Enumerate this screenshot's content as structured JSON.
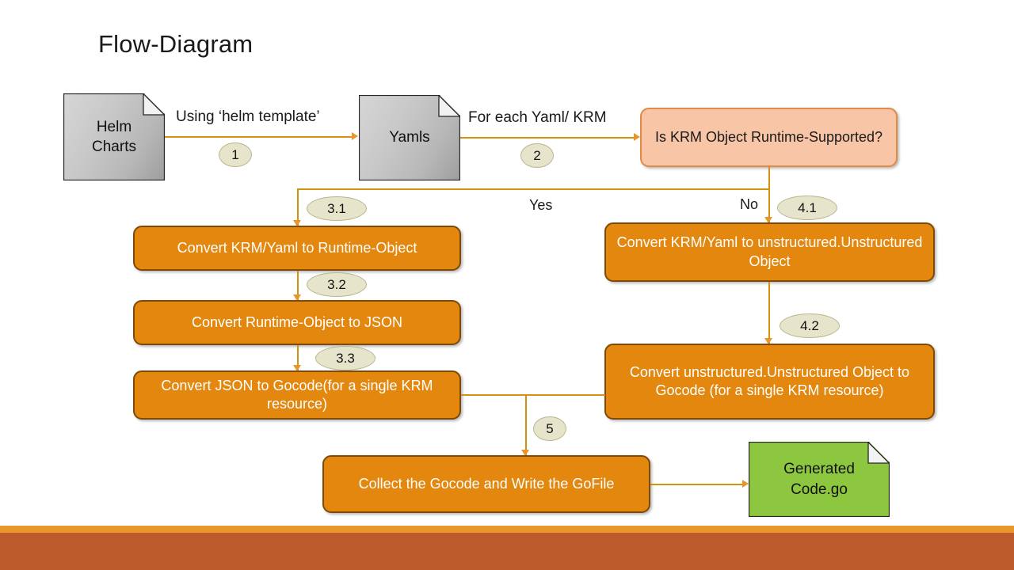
{
  "slide": {
    "title": "Flow-Diagram",
    "background": "#ffffff",
    "banner": {
      "stripe_color": "#e8982a",
      "band_color": "#bc5a2c"
    }
  },
  "palette": {
    "orange_fill": "#e3870e",
    "orange_border": "#7d4a07",
    "salmon_fill": "#f9c5a7",
    "salmon_border": "#e08a47",
    "green_fill": "#8dc63f",
    "gray_fill": "#c0c0c0",
    "connector": "#d4930f",
    "arrowhead": "#e8962a",
    "callout_fill": "#e6e4cb",
    "callout_border": "#b9b68f",
    "text_dark": "#111111",
    "text_light": "#ffffff"
  },
  "nodes": {
    "helm_charts": {
      "label": "Helm\nCharts",
      "shape": "document",
      "fill": "gray"
    },
    "yamls": {
      "label": "Yamls",
      "shape": "document",
      "fill": "gray"
    },
    "decision": {
      "label": "Is KRM Object Runtime-Supported?",
      "shape": "rounded",
      "fill": "salmon"
    },
    "step31": {
      "label": "Convert KRM/Yaml to Runtime-Object",
      "shape": "rounded",
      "fill": "orange"
    },
    "step32": {
      "label": "Convert Runtime-Object to JSON",
      "shape": "rounded",
      "fill": "orange"
    },
    "step33": {
      "label": "Convert JSON to Gocode(for a single KRM resource)",
      "shape": "rounded",
      "fill": "orange"
    },
    "step41": {
      "label": "Convert KRM/Yaml to unstructured.Unstructured Object",
      "shape": "rounded",
      "fill": "orange"
    },
    "step42": {
      "label": "Convert unstructured.Unstructured Object to Gocode (for a single KRM resource)",
      "shape": "rounded",
      "fill": "orange"
    },
    "step5": {
      "label": "Collect the Gocode and Write the GoFile",
      "shape": "rounded",
      "fill": "orange"
    },
    "output": {
      "label": "Generated\nCode.go",
      "shape": "document",
      "fill": "green"
    }
  },
  "edge_labels": {
    "helm_to_yamls": "Using ‘helm template’",
    "yamls_to_decision": "For each Yaml/ KRM",
    "yes_branch": "Yes",
    "no_branch": "No"
  },
  "callouts": {
    "c1": "1",
    "c2": "2",
    "c31": "3.1",
    "c32": "3.2",
    "c33": "3.3",
    "c41": "4.1",
    "c42": "4.2",
    "c5": "5"
  }
}
